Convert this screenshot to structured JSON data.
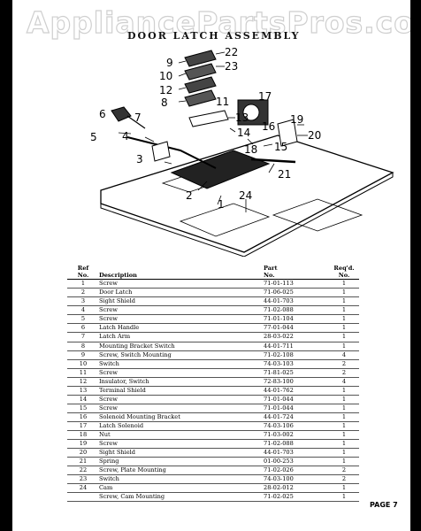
{
  "watermark": "AppliancePartsPros.com",
  "title": "DOOR LATCH ASSEMBLY",
  "callouts": [
    "1",
    "2",
    "3",
    "4",
    "5",
    "6",
    "7",
    "8",
    "9",
    "10",
    "11",
    "12",
    "13",
    "14",
    "15",
    "16",
    "17",
    "18",
    "19",
    "20",
    "21",
    "22",
    "23",
    "24"
  ],
  "table": {
    "headers": {
      "ref": [
        "Ref",
        "No."
      ],
      "description": [
        "",
        "Description"
      ],
      "part": [
        "Part",
        "No."
      ],
      "qty": [
        "Req'd.",
        "No."
      ]
    },
    "rows": [
      {
        "ref": "1",
        "description": "Screw",
        "part": "71-01-113",
        "qty": "1"
      },
      {
        "ref": "2",
        "description": "Door Latch",
        "part": "71-06-025",
        "qty": "1"
      },
      {
        "ref": "3",
        "description": "Sight Shield",
        "part": "44-01-703",
        "qty": "1"
      },
      {
        "ref": "4",
        "description": "Screw",
        "part": "71-02-088",
        "qty": "1"
      },
      {
        "ref": "5",
        "description": "Screw",
        "part": "71-01-104",
        "qty": "1"
      },
      {
        "ref": "6",
        "description": "Latch Handle",
        "part": "77-01-044",
        "qty": "1"
      },
      {
        "ref": "7",
        "description": "Latch Arm",
        "part": "28-03-022",
        "qty": "1"
      },
      {
        "ref": "8",
        "description": "Mounting Bracket Switch",
        "part": "44-01-711",
        "qty": "1"
      },
      {
        "ref": "9",
        "description": "Screw, Switch Mounting",
        "part": "71-02-108",
        "qty": "4"
      },
      {
        "ref": "10",
        "description": "Switch",
        "part": "74-03-103",
        "qty": "2"
      },
      {
        "ref": "11",
        "description": "Screw",
        "part": "71-81-025",
        "qty": "2"
      },
      {
        "ref": "12",
        "description": "Insulator, Switch",
        "part": "72-83-100",
        "qty": "4"
      },
      {
        "ref": "13",
        "description": "Terminal Shield",
        "part": "44-01-762",
        "qty": "1"
      },
      {
        "ref": "14",
        "description": "Screw",
        "part": "71-01-044",
        "qty": "1"
      },
      {
        "ref": "15",
        "description": "Screw",
        "part": "71-01-044",
        "qty": "1"
      },
      {
        "ref": "16",
        "description": "Solenoid Mounting Bracket",
        "part": "44-01-724",
        "qty": "1"
      },
      {
        "ref": "17",
        "description": "Latch Solenoid",
        "part": "74-03-106",
        "qty": "1"
      },
      {
        "ref": "18",
        "description": "Nut",
        "part": "71-03-002",
        "qty": "1"
      },
      {
        "ref": "19",
        "description": "Screw",
        "part": "71-02-088",
        "qty": "1"
      },
      {
        "ref": "20",
        "description": "Sight Shield",
        "part": "44-01-703",
        "qty": "1"
      },
      {
        "ref": "21",
        "description": "Spring",
        "part": "01-00-253",
        "qty": "1"
      },
      {
        "ref": "22",
        "description": "Screw, Plate Mounting",
        "part": "71-02-026",
        "qty": "2"
      },
      {
        "ref": "23",
        "description": "Switch",
        "part": "74-03-100",
        "qty": "2"
      },
      {
        "ref": "24",
        "description": "Cam",
        "part": "28-02-012",
        "qty": "1"
      },
      {
        "ref": "",
        "description": "Screw, Cam Mounting",
        "part": "71-02-025",
        "qty": "1"
      }
    ]
  },
  "page_label": "PAGE 7"
}
